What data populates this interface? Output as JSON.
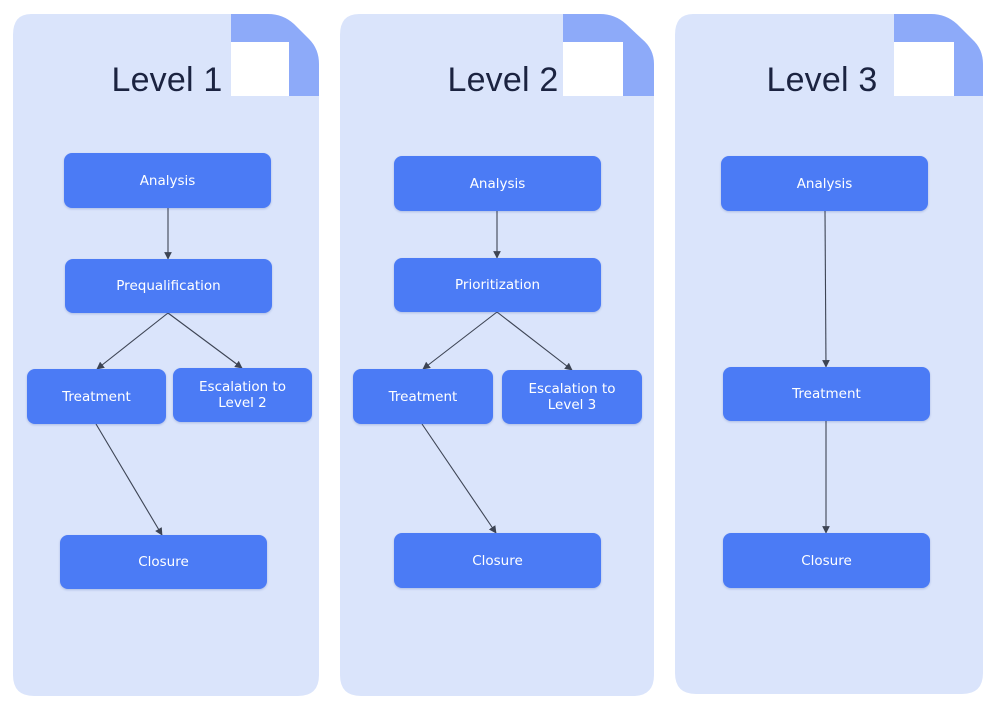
{
  "colors": {
    "card": "#dae4fb",
    "fold": "#8daaf9",
    "node": "#4b7bf5",
    "node_text": "#ffffff",
    "title": "#1b2340",
    "arrow": "#3d4454"
  },
  "levels": [
    {
      "title": "Level 1",
      "nodes": {
        "analysis": "Analysis",
        "second": "Prequalification",
        "treatment": "Treatment",
        "escalation": "Escalation to\nLevel 2",
        "closure": "Closure"
      }
    },
    {
      "title": "Level 2",
      "nodes": {
        "analysis": "Analysis",
        "second": "Prioritization",
        "treatment": "Treatment",
        "escalation": "Escalation to\nLevel 3",
        "closure": "Closure"
      }
    },
    {
      "title": "Level 3",
      "nodes": {
        "analysis": "Analysis",
        "treatment": "Treatment",
        "closure": "Closure"
      }
    }
  ]
}
